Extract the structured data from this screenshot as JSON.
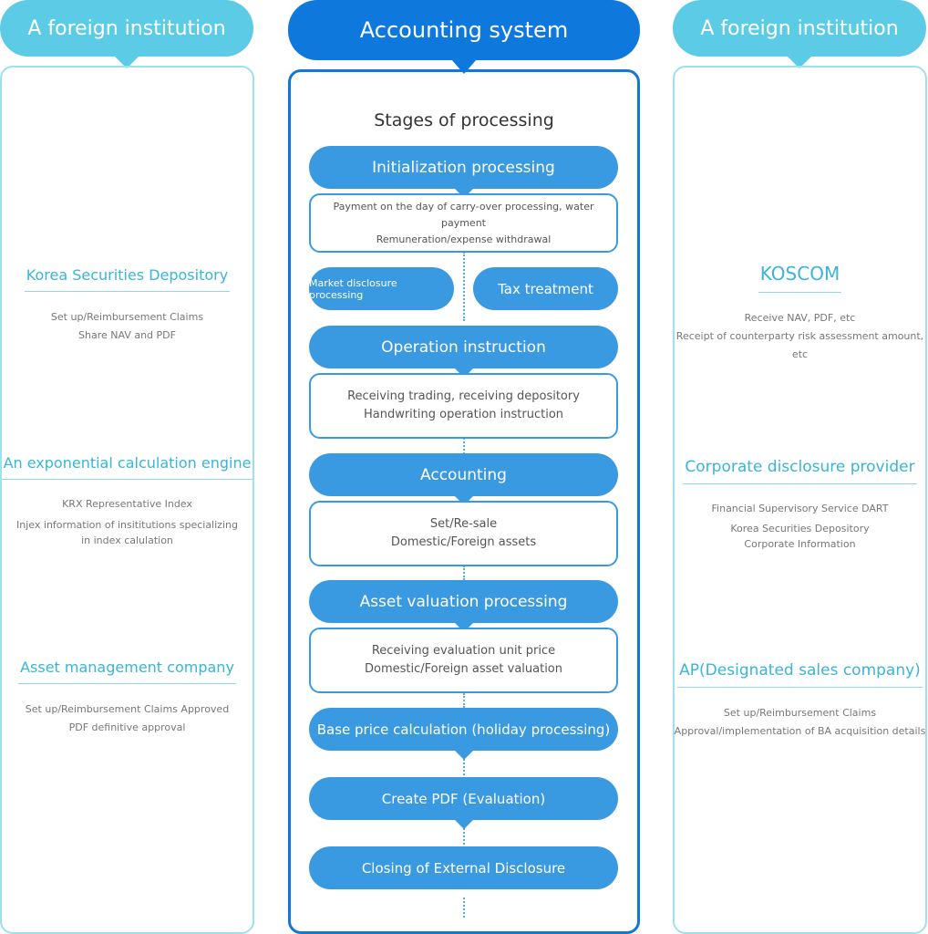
{
  "left": {
    "header": "A foreign institution",
    "orgs": [
      {
        "name": "Korea Securities Depository",
        "lines": [
          "Set up/Reimbursement Claims",
          "Share NAV and PDF"
        ]
      },
      {
        "name": "An exponential calculation engine",
        "lines": [
          "KRX Representative Index",
          "Injex information of insititutions specializing",
          "in index calulation"
        ]
      },
      {
        "name": "Asset management company",
        "lines": [
          "Set up/Reimbursement Claims Approved",
          "PDF definitive approval"
        ]
      }
    ]
  },
  "center": {
    "header": "Accounting system",
    "stages_title": "Stages of processing",
    "stages": [
      {
        "label": "Initialization processing",
        "details": [
          "Payment on the day of carry-over processing, water payment",
          "Remuneration/expense withdrawal"
        ]
      },
      {
        "label_a": "Market disclosure processing",
        "label_b": "Tax treatment"
      },
      {
        "label": "Operation instruction",
        "details": [
          "Receiving trading, receiving depository",
          "Handwriting operation instruction"
        ]
      },
      {
        "label": "Accounting",
        "details": [
          "Set/Re-sale",
          "Domestic/Foreign assets"
        ]
      },
      {
        "label": "Asset valuation processing",
        "details": [
          "Receiving evaluation unit price",
          "Domestic/Foreign asset valuation"
        ]
      },
      {
        "label": "Base price calculation (holiday processing)"
      },
      {
        "label": "Create PDF (Evaluation)"
      },
      {
        "label": "Closing of External Disclosure"
      }
    ]
  },
  "right": {
    "header": "A foreign institution",
    "orgs": [
      {
        "name": "KOSCOM",
        "lines": [
          "Receive NAV, PDF, etc",
          "Receipt of counterparty risk assessment amount, etc"
        ]
      },
      {
        "name": "Corporate disclosure provider",
        "lines": [
          "Financial Supervisory Service DART",
          "Korea Securities Depository",
          "Corporate Information"
        ]
      },
      {
        "name": "AP(Designated sales company)",
        "lines": [
          "Set up/Reimbursement Claims",
          "Approval/implementation of BA acquisition details"
        ]
      }
    ]
  },
  "colors": {
    "side_accent": "#5ccbe6",
    "center_accent": "#0f78dc",
    "stage_blue": "#3a9ae1"
  }
}
